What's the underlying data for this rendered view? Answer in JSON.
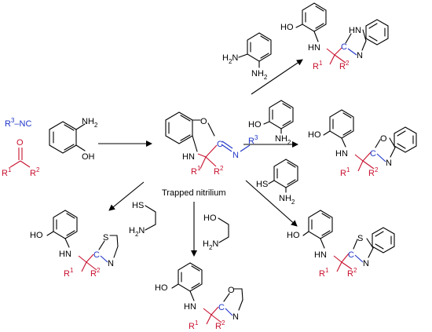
{
  "reactants": {
    "isocyanide": {
      "r": "R",
      "sup": "3",
      "nc": "–NC"
    },
    "aminophenol": {
      "nh2": "NH",
      "nh2_sub": "2",
      "oh": "OH"
    },
    "carbonyl": {
      "o": "O",
      "r1": "R",
      "r1_sup": "1",
      "r2": "R",
      "r2_sup": "2"
    }
  },
  "center": {
    "label": "Trapped nitrilium",
    "o": "O",
    "hn": "HN",
    "c": "C",
    "n": "N",
    "r1": "R",
    "r1_sup": "1",
    "r2": "R",
    "r2_sup": "2",
    "r3": "R",
    "r3_sup": "3"
  },
  "reagents": {
    "diamine": {
      "h2n": "H",
      "h2n_sub": "2",
      "h2n_n": "N",
      "nh2": "NH",
      "nh2_sub": "2"
    },
    "aminophenol2": {
      "ho": "HO",
      "nh2": "NH",
      "nh2_sub": "2"
    },
    "aminothiophenol": {
      "hs": "HS",
      "nh2": "NH",
      "nh2_sub": "2"
    },
    "cysteamine": {
      "hs": "HS",
      "h2n": "H",
      "h2n_sub": "2",
      "h2n_n": "N"
    },
    "ethanolamine": {
      "ho": "HO",
      "h2n": "H",
      "h2n_sub": "2",
      "h2n_n": "N"
    }
  },
  "products": {
    "benzimidazole": {
      "ho": "HO",
      "hn": "HN",
      "hn2": "HN",
      "c": "C",
      "n": "N",
      "r1": "R",
      "r1_sup": "1",
      "r2": "R",
      "r2_sup": "2"
    },
    "benzoxazole": {
      "ho": "HO",
      "hn": "HN",
      "o": "O",
      "c": "C",
      "n": "N",
      "r1": "R",
      "r1_sup": "1",
      "r2": "R",
      "r2_sup": "2"
    },
    "benzothiazole": {
      "ho": "HO",
      "hn": "HN",
      "s": "S",
      "c": "C",
      "n": "N",
      "r1": "R",
      "r1_sup": "1",
      "r2": "R",
      "r2_sup": "2"
    },
    "thiazoline": {
      "ho": "HO",
      "hn": "HN",
      "s": "S",
      "c": "C",
      "n": "N",
      "r1": "R",
      "r1_sup": "1",
      "r2": "R",
      "r2_sup": "2"
    },
    "oxazoline": {
      "ho": "HO",
      "hn": "HN",
      "o": "O",
      "c": "C",
      "n": "N",
      "r1": "R",
      "r1_sup": "1",
      "r2": "R",
      "r2_sup": "2"
    }
  },
  "colors": {
    "substituent": "#c8102e",
    "isocyanide": "#1f35c8",
    "bond": "#000000"
  }
}
